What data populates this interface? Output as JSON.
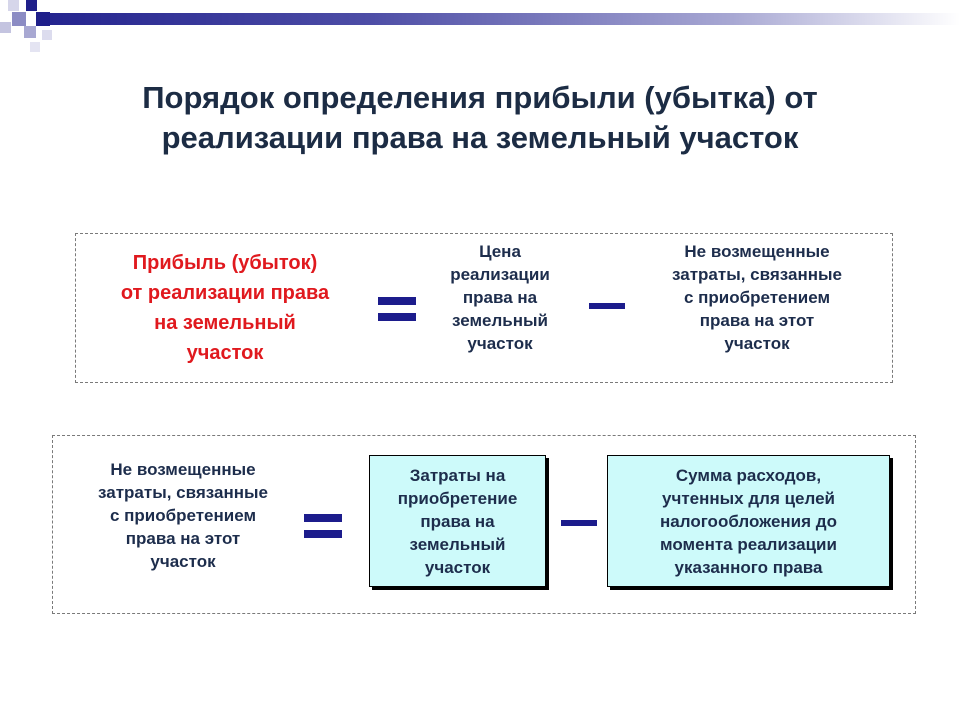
{
  "title": {
    "line1": "Порядок определения прибыли (убытка) от",
    "line2": "реализации права на земельный участок"
  },
  "formula1": {
    "result": {
      "line1": "Прибыль (убыток)",
      "line2": "от реализации права",
      "line3": "на земельный",
      "line4": "участок"
    },
    "operator1": "equals-sign",
    "term1": {
      "line1": "Цена",
      "line2": "реализации",
      "line3": "права на",
      "line4": "земельный",
      "line5": "участок"
    },
    "operator2": "minus-sign",
    "term2": {
      "line1": "Не возмещенные",
      "line2": "затраты, связанные",
      "line3": "с приобретением",
      "line4": "права на этот",
      "line5": "участок"
    }
  },
  "formula2": {
    "result": {
      "line1": "Не возмещенные",
      "line2": "затраты, связанные",
      "line3": "с приобретением",
      "line4": "права на этот",
      "line5": "участок"
    },
    "operator1": "equals-sign",
    "term1": {
      "line1": "Затраты на",
      "line2": "приобретение",
      "line3": "права на",
      "line4": "земельный",
      "line5": "участок"
    },
    "operator2": "minus-sign",
    "term2": {
      "line1": "Сумма расходов,",
      "line2": "учтенных для целей",
      "line3": "налогообложения до",
      "line4": "момента реализации",
      "line5": "указанного права"
    }
  },
  "colors": {
    "accent": "#1c1c8c",
    "result_text": "#e0191e",
    "term_text": "#1d2d4c",
    "box_fill": "#cdfafa"
  }
}
